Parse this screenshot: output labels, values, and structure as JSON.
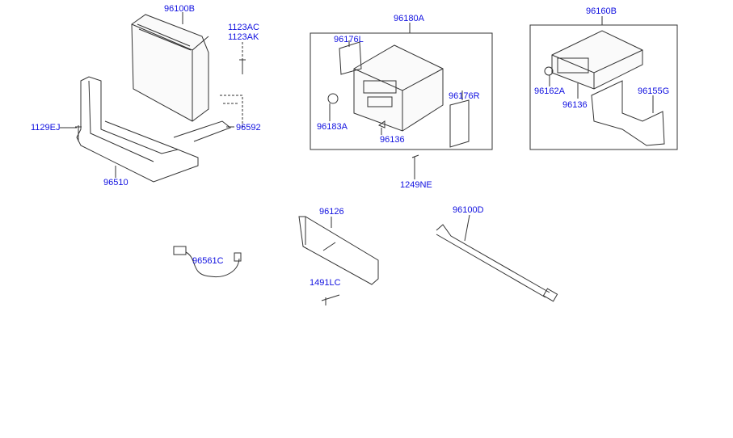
{
  "labels": {
    "p96100B": "96100B",
    "p1123AC": "1123AC",
    "p1123AK": "1123AK",
    "p1129EJ": "1129EJ",
    "p96592": "96592",
    "p96510": "96510",
    "p96180A": "96180A",
    "p96176L": "96176L",
    "p96183A": "96183A",
    "p96136a": "96136",
    "p96176R": "96176R",
    "p1249NE": "1249NE",
    "p96160B": "96160B",
    "p96162A": "96162A",
    "p96136b": "96136",
    "p96155G": "96155G",
    "p96126": "96126",
    "p1491LC": "1491LC",
    "p96561C": "96561C",
    "p96100D": "96100D"
  },
  "colors": {
    "label": "#1010e0",
    "line": "#333333"
  }
}
